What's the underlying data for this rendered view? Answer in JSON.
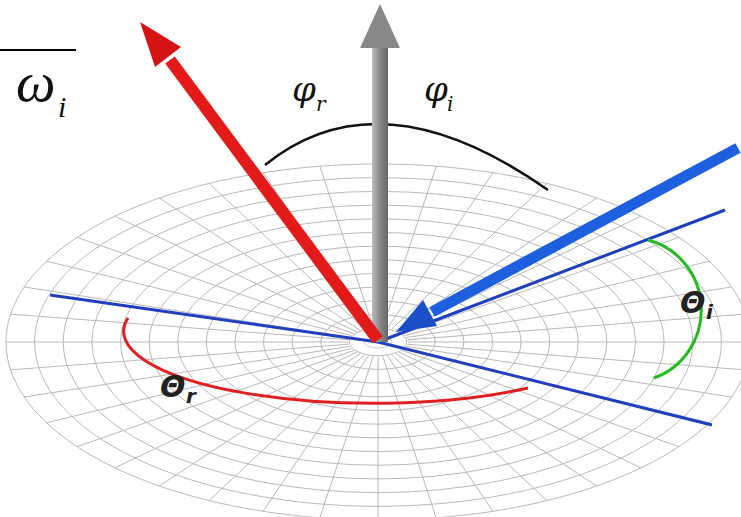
{
  "diagram": {
    "labels": [
      "ω",
      "i",
      "φ",
      "r",
      "φ",
      "i",
      "Θ",
      "i",
      "Θ",
      "r"
    ]
  }
}
